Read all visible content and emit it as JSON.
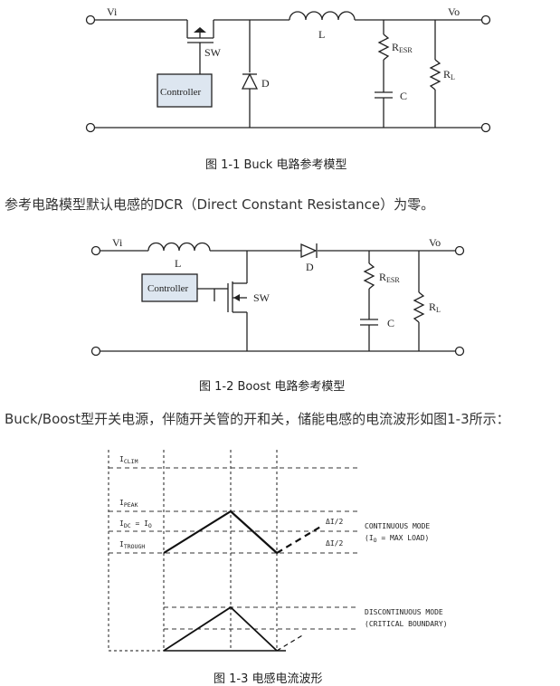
{
  "figure1": {
    "caption": "图 1-1     Buck 电路参考模型",
    "labels": {
      "vi": "Vi",
      "vo": "Vo",
      "inductor": "L",
      "switch": "SW",
      "diode": "D",
      "controller": "Controller",
      "resr_main": "R",
      "resr_sub": "ESR",
      "capacitor": "C",
      "rl_main": "R",
      "rl_sub": "L"
    }
  },
  "paragraph1": "参考电路模型默认电感的DCR（Direct Constant Resistance）为零。",
  "figure2": {
    "caption": "图 1-2     Boost 电路参考模型",
    "labels": {
      "vi": "Vi",
      "vo": "Vo",
      "inductor": "L",
      "switch": "SW",
      "diode": "D",
      "controller": "Controller",
      "resr_main": "R",
      "resr_sub": "ESR",
      "capacitor": "C",
      "rl_main": "R",
      "rl_sub": "L"
    }
  },
  "paragraph2": "Buck/Boost型开关电源，伴随开关管的开和关，储能电感的电流波形如图1-3所示：",
  "figure3": {
    "caption": "图 1-3     电感电流波形",
    "labels": {
      "iclim_main": "I",
      "iclim_sub": "CLIM",
      "ipeak_main": "I",
      "ipeak_sub": "PEAK",
      "idc_main": "I",
      "idc_sub": "DC",
      "idc_eq": " = I",
      "idc_eq_sub": "O",
      "itrough_main": "I",
      "itrough_sub": "TROUGH",
      "delta_top": "ΔI/2",
      "delta_bottom": "ΔI/2",
      "continuous_mode": "CONTINUOUS MODE",
      "continuous_note_a": "(I",
      "continuous_note_sub": "O",
      "continuous_note_b": " = MAX LOAD)",
      "discontinuous_mode": "DISCONTINUOUS MODE",
      "discontinuous_note": "(CRITICAL BOUNDARY)"
    }
  }
}
